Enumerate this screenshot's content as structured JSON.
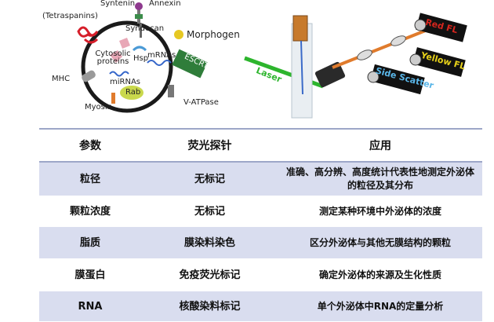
{
  "figure": {
    "labels": {
      "syntenin": "Syntenin",
      "annexin": "Annexin",
      "tetraspanins": "(Tetraspanins)",
      "syndecan": "Syndecan",
      "morphogen": "Morphogen",
      "cytosolic_proteins": "Cytosolic proteins",
      "hsp": "Hsp",
      "mrnas": "mRNAs",
      "escrt": "ESCRT",
      "mhc": "MHC",
      "mirnas": "miRNAs",
      "rab": "Rab",
      "myosin": "Myosin",
      "vatpase": "V-ATPase",
      "laser": "Laser",
      "red_fl": "Red FL",
      "yellow_fl": "Yellow FL",
      "side_scatter": "Side Scatter"
    },
    "colors": {
      "laser": "#2db52d",
      "red_fl": "#d7261e",
      "yellow_fl": "#e8d21a",
      "side_scatter": "#5ab6e8",
      "escrt": "#2f7d3a",
      "rab": "#c9d84c"
    }
  },
  "table": {
    "headers": [
      "参数",
      "荧光探针",
      "应用"
    ],
    "rows": [
      {
        "param": "粒径",
        "probe": "无标记",
        "app": "准确、高分辨、高度统计代表性地测定外泌体的粒径及其分布"
      },
      {
        "param": "颗粒浓度",
        "probe": "无标记",
        "app": "测定某种环境中外泌体的浓度"
      },
      {
        "param": "脂质",
        "probe": "膜染料染色",
        "app": "区分外泌体与其他无膜结构的颗粒"
      },
      {
        "param": "膜蛋白",
        "probe": "免疫荧光标记",
        "app": "确定外泌体的来源及生化性质"
      },
      {
        "param": "RNA",
        "probe": "核酸染料标记",
        "app": "单个外泌体中RNA的定量分析"
      }
    ]
  }
}
